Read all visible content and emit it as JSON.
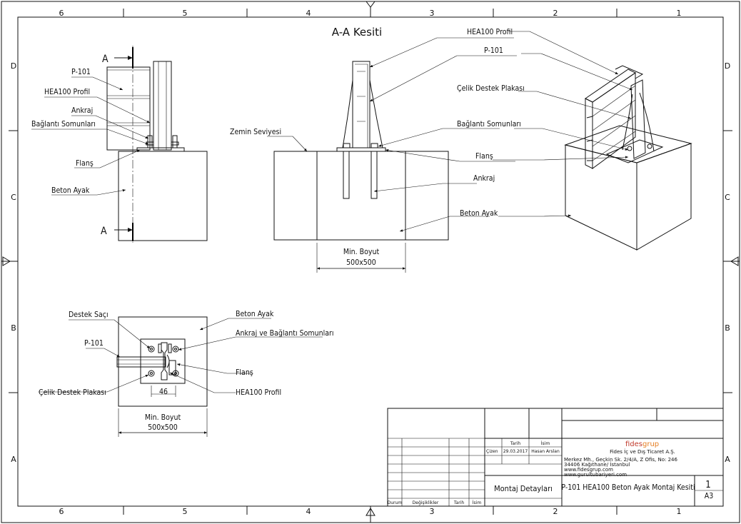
{
  "frame": {
    "columns": [
      "6",
      "5",
      "4",
      "3",
      "2",
      "1"
    ],
    "rows": [
      "D",
      "C",
      "B",
      "A"
    ]
  },
  "section": {
    "title": "A-A Kesiti",
    "cut_marker": "A"
  },
  "labels": {
    "p101": "P-101",
    "hea100": "HEA100 Profil",
    "ankraj": "Ankraj",
    "baglanti": "Bağlantı Somunları",
    "flans": "Flanş",
    "beton_ayak": "Beton Ayak",
    "zemin": "Zemin Seviyesi",
    "celik_destek": "Çelik Destek Plakası",
    "destek_saci": "Destek Saçı",
    "ankraj_baglanti": "Ankraj ve Bağlantı Somunları",
    "dim_46": "46",
    "min_boyut": "Min. Boyut",
    "size": "500x500"
  },
  "title_block": {
    "col_tarih": "Tarih",
    "col_isim": "İsim",
    "row_cizen": "Çizen",
    "date": "29.03.2017",
    "name": "Hasan Arslan",
    "brand_a": "fides",
    "brand_b": "grup",
    "company": "Fides İç ve Dış Ticaret A.Ş.",
    "addr1": "Merkez Mh., Geçkin Sk. 2/4/A, Z Ofis, No: 246",
    "addr2": "34406 Kağıthane/ İstanbul",
    "web1": "www.fidesgrup.com",
    "web2": "www.gurultubariyeri.com",
    "project": "Montaj Detayları",
    "drawing_title": "P-101 HEA100 Beton Ayak Montaj Kesiti",
    "sheet": "1",
    "paper": "A3",
    "f_durum": "Durum",
    "f_degisiklikler": "Değişiklikler",
    "f_tarih": "Tarih",
    "f_isim": "İsim"
  },
  "colors": {
    "line": "#111111",
    "brand_red": "#c0392b"
  }
}
